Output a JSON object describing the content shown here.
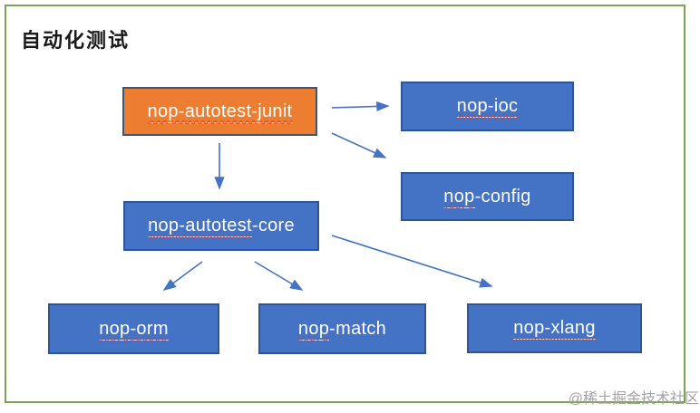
{
  "page": {
    "title": "自动化测试",
    "watermark": "@稀土掘金技术社区"
  },
  "colors": {
    "frame-green": "#7aa653",
    "node-blue": "#4472C4",
    "node-blue-border": "#2F5597",
    "node-orange": "#ED7D31",
    "node-orange-border": "#44546A",
    "arrow": "#4472C4",
    "label-white": "#ffffff",
    "squiggle-red": "#d03a2b",
    "watermark-gray": "#a3a3a3",
    "title-black": "#1a1a1a"
  },
  "diagram": {
    "nodes": {
      "junit": {
        "label": "nop-autotest-junit",
        "marked": "nop-autotest-junit",
        "plain": ""
      },
      "ioc": {
        "label": "nop-ioc",
        "marked": "nop-ioc",
        "plain": ""
      },
      "config": {
        "label": "nop-config",
        "marked": "nop",
        "plain": "-config"
      },
      "core": {
        "label": "nop-autotest-core",
        "marked": "nop-autotest",
        "plain": "-core"
      },
      "orm": {
        "label": "nop-orm",
        "marked": "nop-orm",
        "plain": ""
      },
      "match": {
        "label": "nop-match",
        "marked": "nop",
        "plain": "-match"
      },
      "xlang": {
        "label": "nop-xlang",
        "marked": "nop-xlang",
        "plain": ""
      }
    },
    "edges": [
      {
        "from": "nop-autotest-junit",
        "to": "nop-ioc"
      },
      {
        "from": "nop-autotest-junit",
        "to": "nop-config"
      },
      {
        "from": "nop-autotest-junit",
        "to": "nop-autotest-core"
      },
      {
        "from": "nop-autotest-core",
        "to": "nop-orm"
      },
      {
        "from": "nop-autotest-core",
        "to": "nop-match"
      },
      {
        "from": "nop-autotest-core",
        "to": "nop-xlang"
      }
    ]
  }
}
